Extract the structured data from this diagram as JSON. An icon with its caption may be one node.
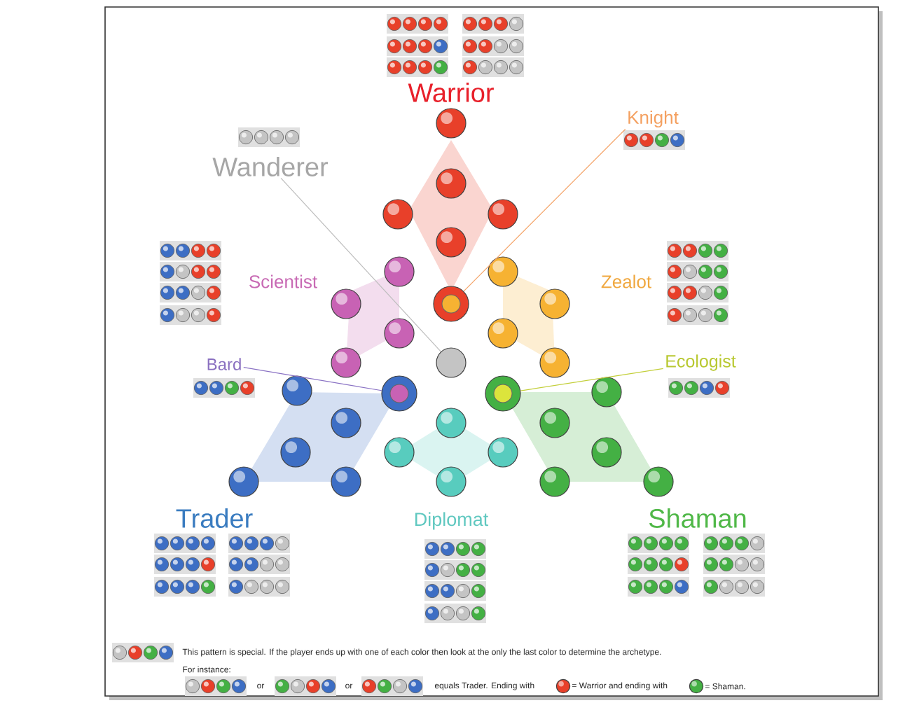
{
  "diagram": {
    "nodes": [
      {
        "text": [
          "Knight"
        ]
      },
      {
        "text": [
          "Wanderer"
        ]
      },
      {
        "text": [],
        "shape": "circle"
      },
      {
        "text": [],
        "shape": "circle"
      },
      {
        "text": [
          "Bard"
        ]
      },
      {
        "text": [
          "Ecologist"
        ]
      },
      {
        "text": [],
        "shape": "circle"
      },
      {
        "text": [],
        "shape": "circle"
      }
    ],
    "edges": [
      {
        "from": 0,
        "to": 2,
        "arrow": "none",
        "color": "#f4a469"
      },
      {
        "from": 1,
        "to": 3,
        "arrow": "none",
        "color": "#bdbdbd"
      },
      {
        "from": 4,
        "to": 6,
        "arrow": "none",
        "color": "#8a72c4"
      },
      {
        "from": 5,
        "to": 7,
        "arrow": "none",
        "color": "#c3cf3a"
      }
    ],
    "labels": [
      "Warrior",
      "Scientist",
      "Zealot",
      "Trader",
      "Diplomat",
      "Shaman",
      "This pattern is special. If the player ends up with one of each color then look at the only the last color to determine the archetype.",
      "For instance:",
      "or",
      "or",
      "equals Trader. Ending with",
      "= Warrior and ending with",
      "= Shaman."
    ]
  }
}
